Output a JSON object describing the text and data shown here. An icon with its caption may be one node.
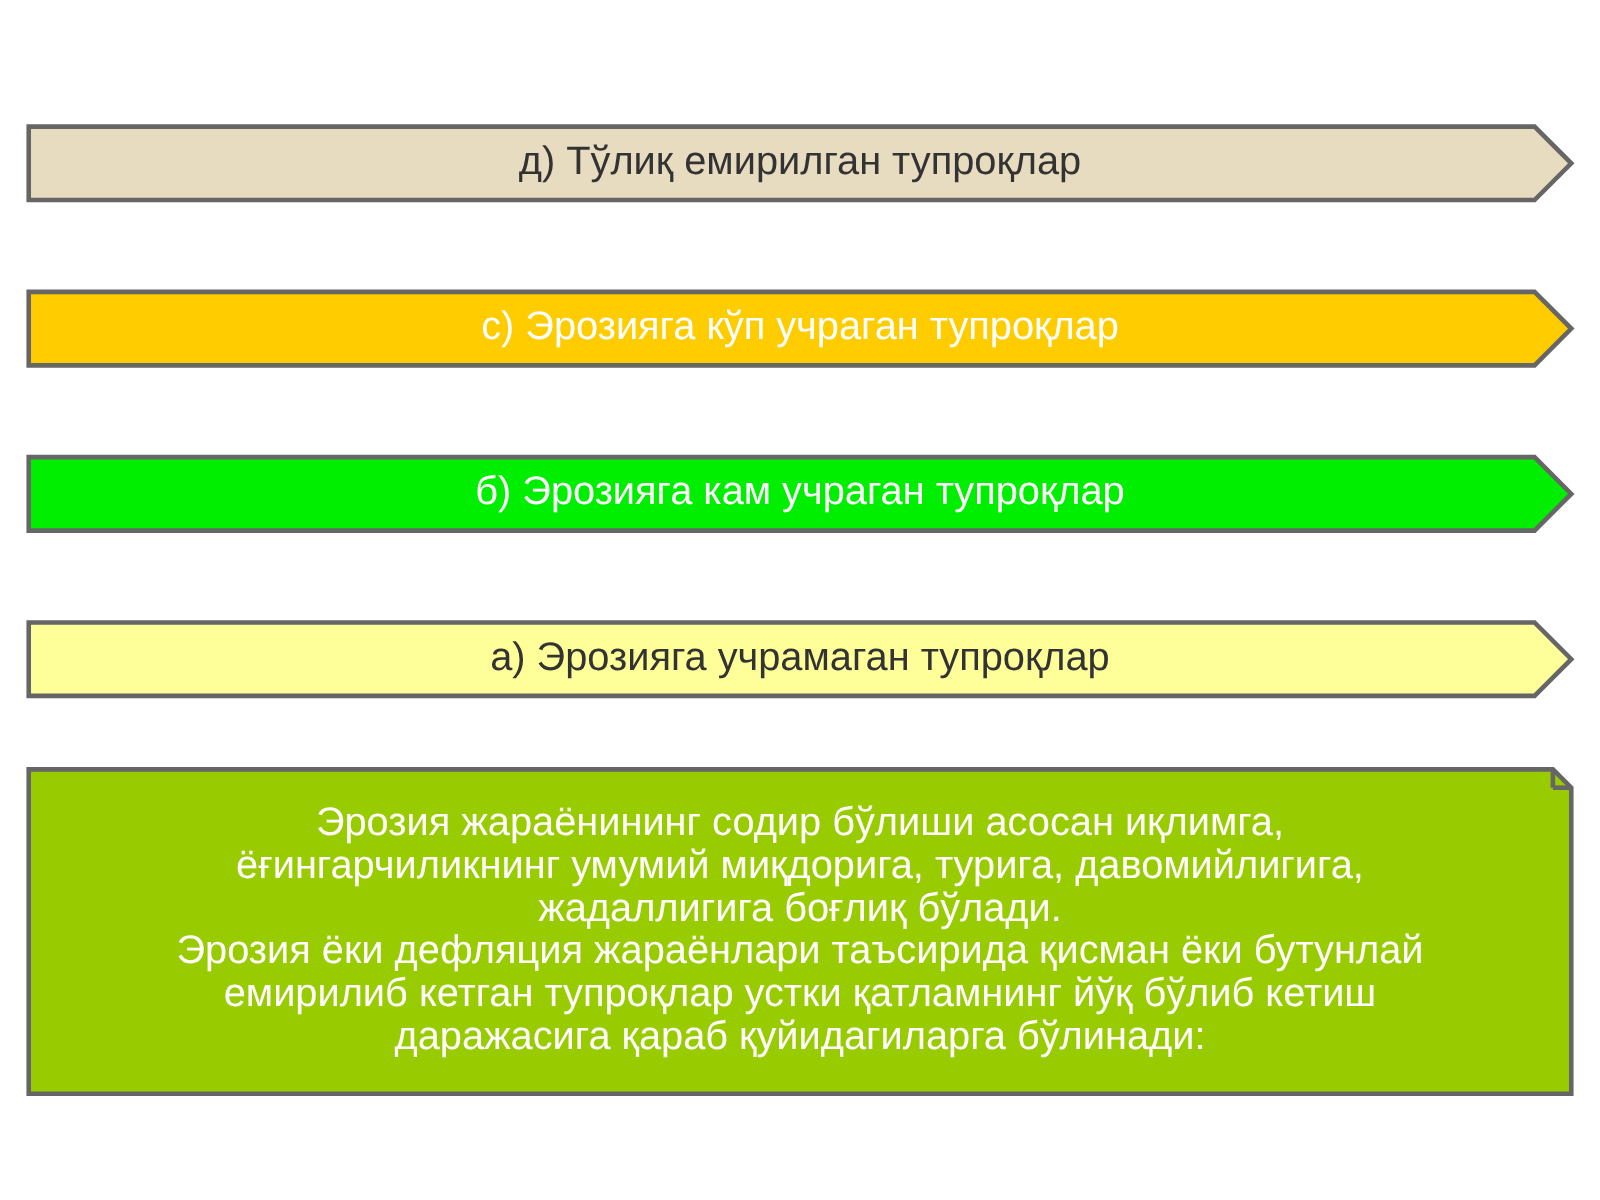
{
  "diagram": {
    "nodes": [
      {
        "text": [
          "Эрозия жараёнининг содир бўлиши асосан иқлимга, ёғингарчиликнинг умумий миқдорига, турига, давомийлигига, жадаллигига боғлиқ бўлади.",
          "Эрозия ёки дефляция жараёнлари таъсирида қисман ёки бутунлай емирилиб кетган тупроқлар устки қатламнинг йўқ бўлиб кетиш даражасига қараб қуйидагиларга бўлинади:"
        ]
      },
      {
        "text": [
          "а) Эрозияга учрамаган тупроқлар"
        ]
      },
      {
        "text": [
          "б) Эрозияга кам учраган тупроқлар"
        ]
      },
      {
        "text": [
          "с) Эрозияга кўп учраган тупроқлар"
        ]
      },
      {
        "text": [
          "д) Тўлиқ емирилган тупроқлар"
        ]
      }
    ],
    "edges": []
  }
}
